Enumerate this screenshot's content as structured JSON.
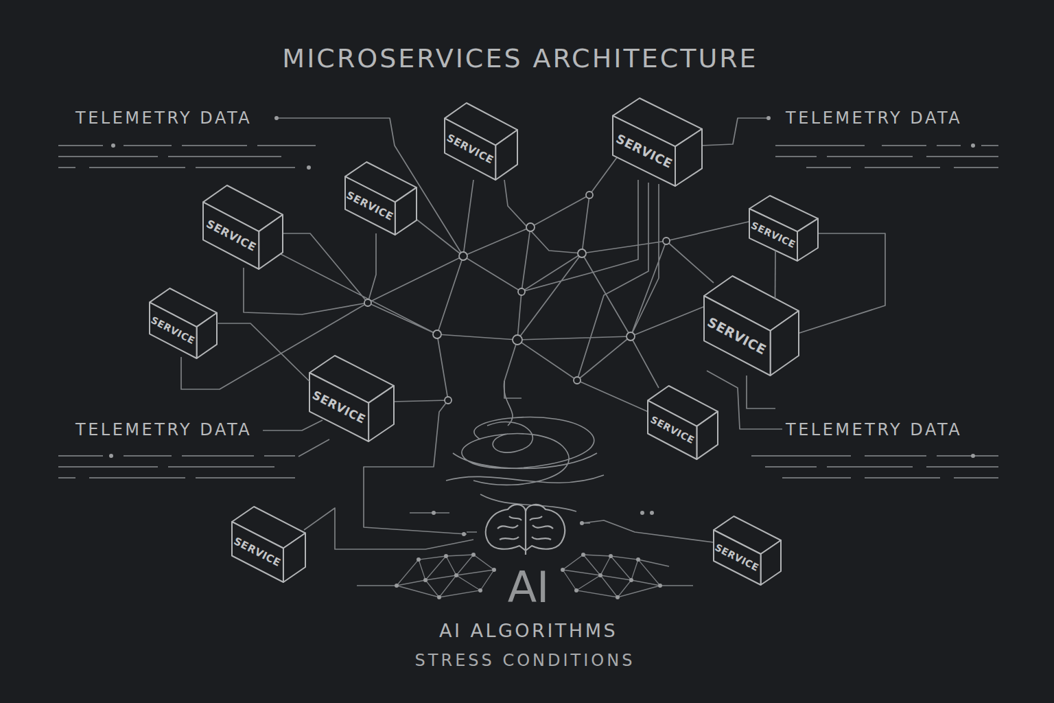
{
  "diagram": {
    "title": "MICROSERVICES ARCHITECTURE",
    "nodes": [
      {
        "text": [
          "SERVICE"
        ]
      },
      {
        "text": [
          "SERVICE"
        ]
      },
      {
        "text": [
          "SERVICE"
        ]
      },
      {
        "text": [
          "SERVICE"
        ]
      },
      {
        "text": [
          "SERVICE"
        ]
      },
      {
        "text": [
          "SERVICE"
        ]
      },
      {
        "text": [
          "SERVICE"
        ]
      },
      {
        "text": [
          "SERVICE"
        ]
      },
      {
        "text": [
          "SERVICE"
        ]
      },
      {
        "text": [
          "SERVICE"
        ]
      },
      {
        "text": [
          "SERVICE"
        ]
      }
    ],
    "edges": [
      {
        "from": 4,
        "to": 6,
        "arrow": "none"
      },
      {
        "from": 5,
        "to": 7,
        "arrow": "none"
      }
    ],
    "labels": [
      "TELEMETRY DATA",
      "TELEMETRY DATA",
      "TELEMETRY DATA",
      "TELEMETRY DATA",
      "AI",
      "AI ALGORITHMS",
      "STRESS CONDITIONS"
    ]
  }
}
